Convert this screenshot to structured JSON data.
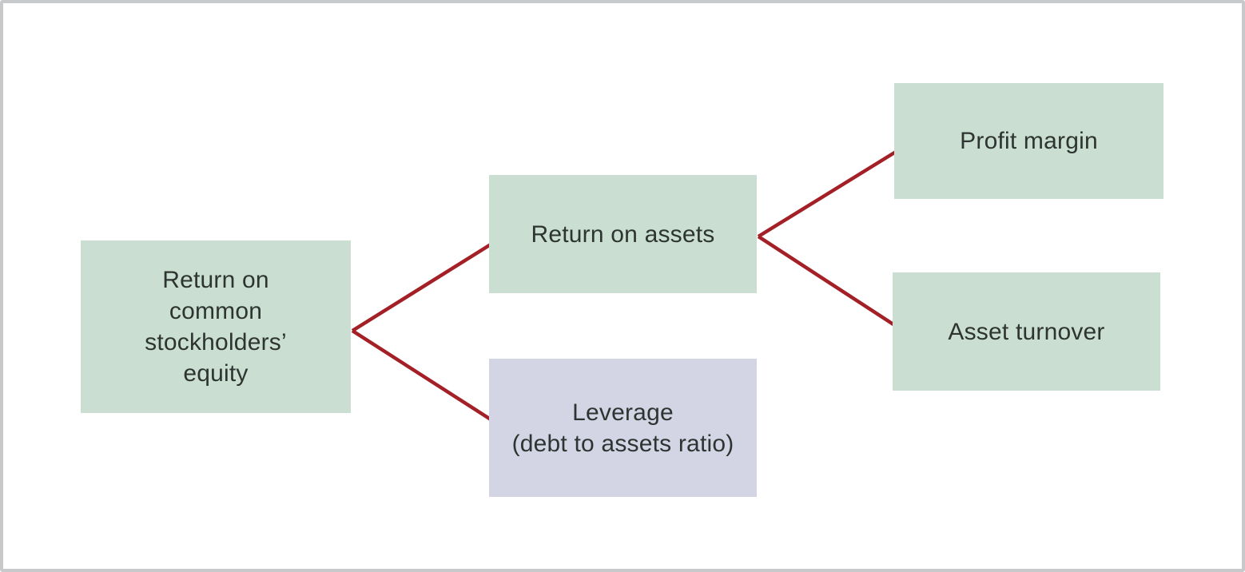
{
  "diagram": {
    "description": "Decomposition of return on common stockholders' equity into component ratios",
    "nodes": {
      "roe": {
        "label": "Return on\ncommon\nstockholders’\nequity",
        "color": "green"
      },
      "roa": {
        "label": "Return on assets",
        "color": "green"
      },
      "leverage": {
        "label": "Leverage\n(debt to assets ratio)",
        "color": "lavender"
      },
      "profit_margin": {
        "label": "Profit margin",
        "color": "green"
      },
      "asset_turnover": {
        "label": "Asset turnover",
        "color": "green"
      }
    },
    "edges": [
      {
        "from": "roe",
        "to": "roa"
      },
      {
        "from": "roe",
        "to": "leverage"
      },
      {
        "from": "roa",
        "to": "profit_margin"
      },
      {
        "from": "roa",
        "to": "asset_turnover"
      }
    ]
  },
  "colors": {
    "node-green": "#cadfd1",
    "node-lavender": "#d3d5e5",
    "connector-red": "#a32026",
    "frame-border": "#c7c9cb",
    "text": "#2e3431",
    "background": "#ffffff"
  }
}
